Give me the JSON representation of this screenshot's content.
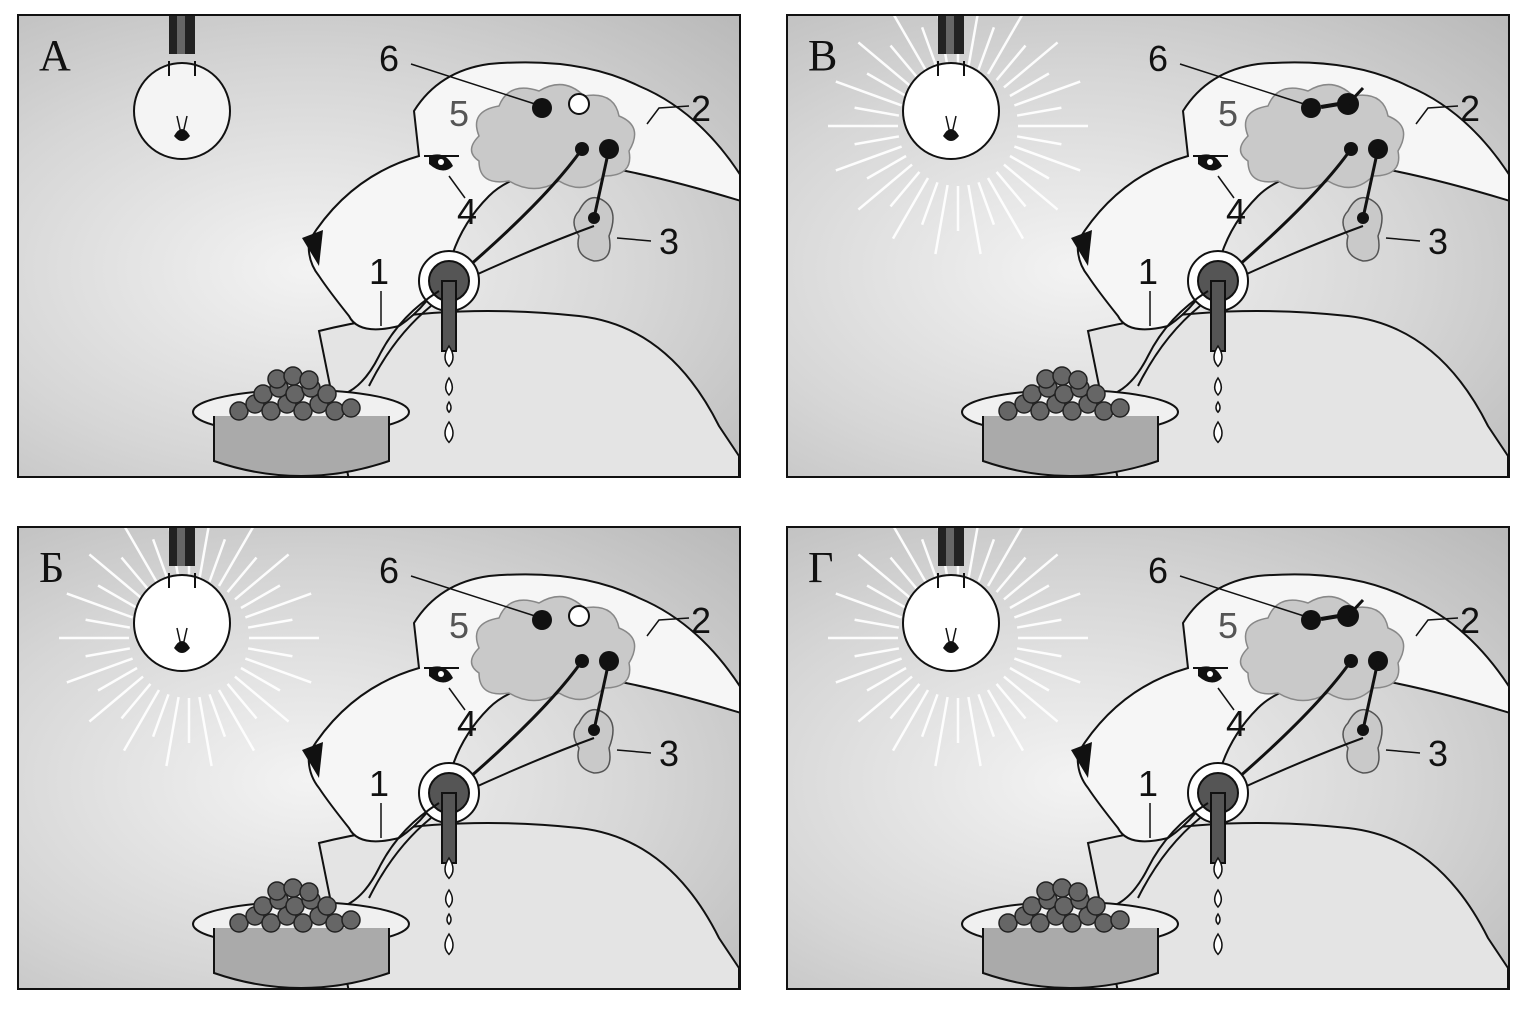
{
  "panels": [
    {
      "letter": "А",
      "lamp_on": false,
      "neuron_links": false
    },
    {
      "letter": "В",
      "lamp_on": true,
      "neuron_links": true
    },
    {
      "letter": "Б",
      "lamp_on": true,
      "neuron_links": false
    },
    {
      "letter": "Г",
      "lamp_on": true,
      "neuron_links": true
    }
  ],
  "labels": {
    "l1": "1",
    "l2": "2",
    "l3": "3",
    "l4": "4",
    "l5": "5",
    "l6": "6"
  }
}
